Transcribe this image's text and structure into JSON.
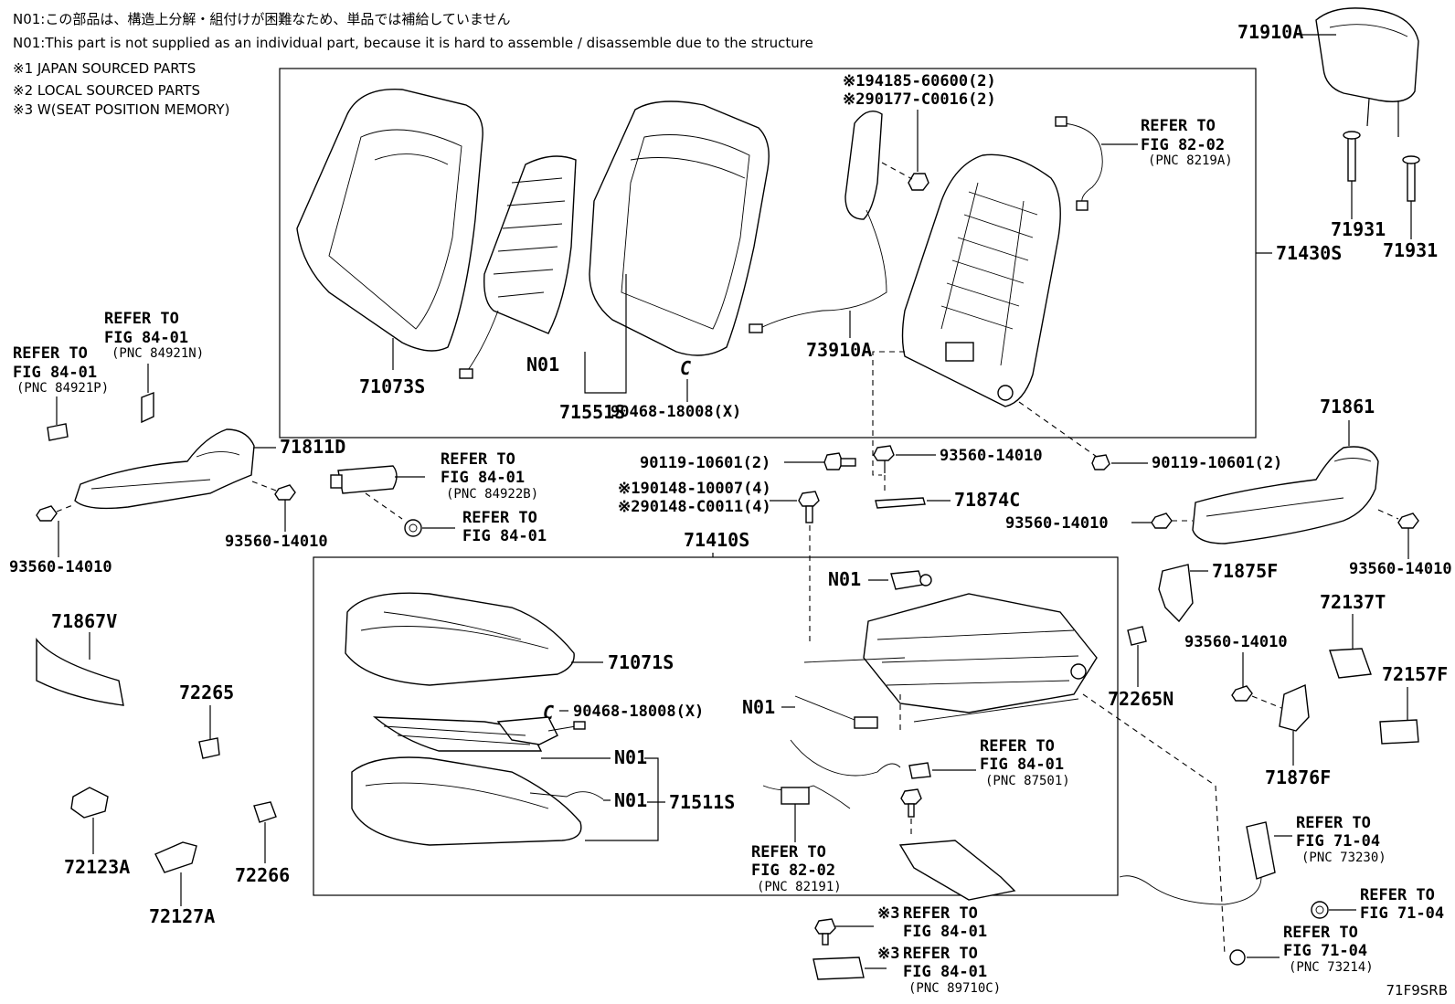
{
  "notes": {
    "n01_jp": "N01:この部品は、構造上分解・組付けが困難なため、単品では補給していません",
    "n01_en": "N01:This part is not supplied as an individual part, because it is hard to assemble / disassemble due to the structure",
    "s1": "※1 JAPAN SOURCED PARTS",
    "s2": "※2 LOCAL SOURCED PARTS",
    "s3": "※3 W(SEAT POSITION MEMORY)"
  },
  "diagram_code": "71F9SRB",
  "labels": {
    "p71910A": "71910A",
    "p71931a": "71931",
    "p71931b": "71931",
    "p71430S": "71430S",
    "p194185": "※194185-60600(2)",
    "p290177": "※290177-C0016(2)",
    "ref8202a_1": "REFER TO",
    "ref8202a_2": "FIG 82-02",
    "ref8202a_3": "(PNC 8219A)",
    "p71073S": "71073S",
    "n01_a": "N01",
    "p71551S": "71551S",
    "c_a": "C",
    "p90468a": "90468-18008(X)",
    "p73910A": "73910A",
    "ref8401n_1": "REFER TO",
    "ref8401n_2": "FIG 84-01",
    "ref8401n_3": "(PNC 84921N)",
    "ref8401p_1": "REFER TO",
    "ref8401p_2": "FIG 84-01",
    "ref8401p_3": "(PNC 84921P)",
    "p71811D": "71811D",
    "p93560a": "93560-14010",
    "p93560b": "93560-14010",
    "ref8401b_1": "REFER TO",
    "ref8401b_2": "FIG 84-01",
    "ref8401b_3": "(PNC 84922B)",
    "ref8401c_1": "REFER TO",
    "ref8401c_2": "FIG 84-01",
    "p90119a": "90119-10601(2)",
    "p93560c": "93560-14010",
    "p90119b": "90119-10601(2)",
    "p71874C": "71874C",
    "p190148": "※190148-10007(4)",
    "p290148": "※290148-C0011(4)",
    "p71410S": "71410S",
    "p71861": "71861",
    "p93560d": "93560-14010",
    "p93560e": "93560-14010",
    "p71867V": "71867V",
    "p72265": "72265",
    "n01_b": "N01",
    "p71071S": "71071S",
    "c_b": "C",
    "p90468b": "90468-18008(X)",
    "n01_c": "N01",
    "n01_d": "N01",
    "n01_e": "N01",
    "p71511S": "71511S",
    "ref8401e_1": "REFER TO",
    "ref8401e_2": "FIG 84-01",
    "ref8401e_3": "(PNC 87501)",
    "ref8202b_1": "REFER TO",
    "ref8202b_2": "FIG 82-02",
    "ref8202b_3": "(PNC 82191)",
    "p72123A": "72123A",
    "p72127A": "72127A",
    "p72266": "72266",
    "p71875F": "71875F",
    "p72137T": "72137T",
    "p72157F": "72157F",
    "p72265N": "72265N",
    "p93560f": "93560-14010",
    "p71876F": "71876F",
    "ref7104a_1": "REFER TO",
    "ref7104a_2": "FIG 71-04",
    "ref7104a_3": "(PNC 73230)",
    "ref7104b_1": "REFER TO",
    "ref7104b_2": "FIG 71-04",
    "ref7104c_1": "REFER TO",
    "ref7104c_2": "FIG 71-04",
    "ref7104c_3": "(PNC 73214)",
    "s3a": "※3",
    "ref8401f_1": "REFER TO",
    "ref8401f_2": "FIG 84-01",
    "s3b": "※3",
    "ref8401g_1": "REFER TO",
    "ref8401g_2": "FIG 84-01",
    "ref8401g_3": "(PNC 89710C)"
  }
}
